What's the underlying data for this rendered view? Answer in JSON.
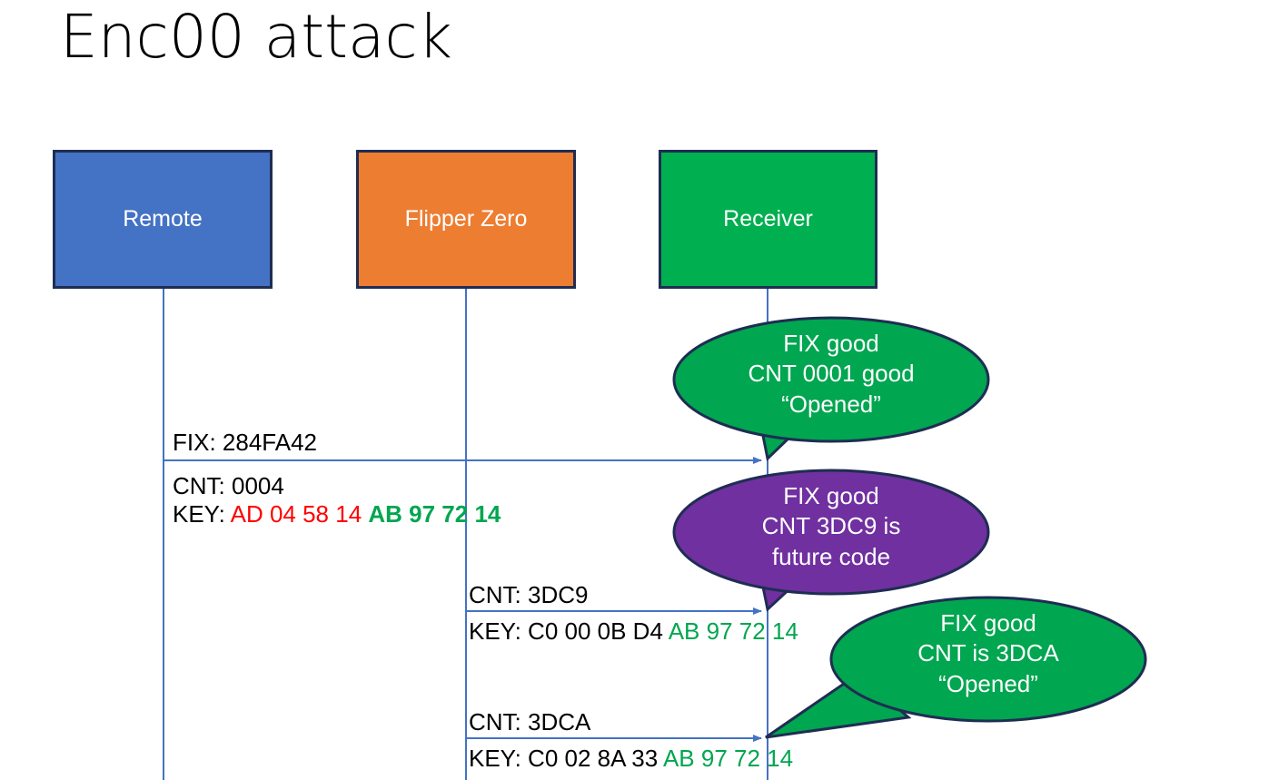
{
  "slide": {
    "title": "Enc00 attack",
    "background": "#FFFFFF"
  },
  "colors": {
    "remote_blue": "#4472C4",
    "flipper_orange": "#ED7D31",
    "receiver_green": "#00AF50",
    "bubble_purple": "#7030A0",
    "bubble_green": "#00A650",
    "box_border": "#1F2D52",
    "line_blue": "#4472C4",
    "key_red": "#FF0000",
    "key_green": "#00A650",
    "text_black": "#000000"
  },
  "actors": [
    {
      "id": "remote",
      "label": "Remote",
      "color": "#4472C4"
    },
    {
      "id": "flipper",
      "label": "Flipper Zero",
      "color": "#ED7D31"
    },
    {
      "id": "receiver",
      "label": "Receiver",
      "color": "#00AF50"
    }
  ],
  "messages": [
    {
      "id": "msg-1",
      "from": "remote",
      "to": "receiver",
      "label_above": "FIX: 284FA42",
      "lines_below": [
        {
          "prefix": "CNT: 0004",
          "segments": []
        },
        {
          "prefix": "KEY: ",
          "segments": [
            {
              "text": "AD 04 58 14 ",
              "color": "red",
              "bold": false
            },
            {
              "text": "AB 97 72 14",
              "color": "green",
              "bold": true
            }
          ]
        }
      ]
    },
    {
      "id": "msg-2",
      "from": "flipper",
      "to": "receiver",
      "label_above": "CNT: 3DC9",
      "lines_below": [
        {
          "prefix": "KEY: C0 00 0B D4 ",
          "segments": [
            {
              "text": "AB 97 72 14",
              "color": "green",
              "bold": false
            }
          ]
        }
      ]
    },
    {
      "id": "msg-3",
      "from": "flipper",
      "to": "receiver",
      "label_above": "CNT: 3DCA",
      "lines_below": [
        {
          "prefix": "KEY: C0 02 8A 33 ",
          "segments": [
            {
              "text": "AB 97 72 14",
              "color": "green",
              "bold": false
            }
          ]
        }
      ]
    }
  ],
  "callouts": [
    {
      "id": "callout-1",
      "color": "#00A650",
      "lines": [
        "FIX good",
        "CNT 0001 good",
        "“Opened”"
      ]
    },
    {
      "id": "callout-2",
      "color": "#7030A0",
      "lines": [
        "FIX good",
        "CNT 3DC9 is",
        "future code"
      ]
    },
    {
      "id": "callout-3",
      "color": "#00A650",
      "lines": [
        "FIX good",
        "CNT is 3DCA",
        "“Opened”"
      ]
    }
  ]
}
